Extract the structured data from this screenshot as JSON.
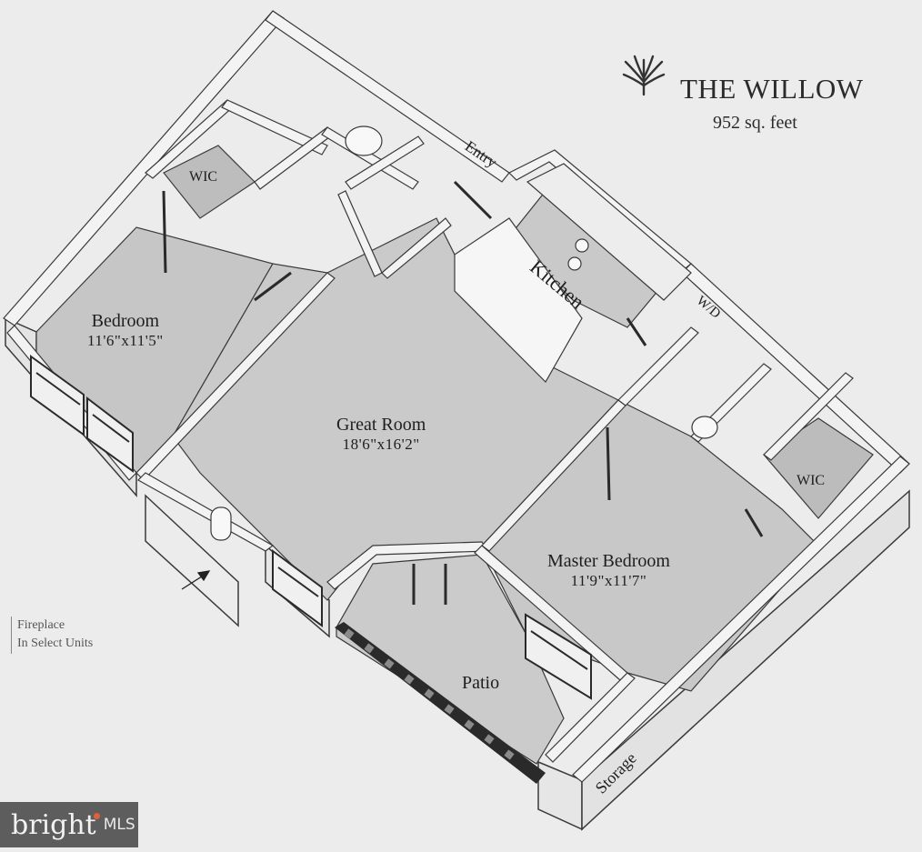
{
  "header": {
    "title": "THE WILLOW",
    "area": "952 sq. feet",
    "logo_icon": "willow-leaf-icon"
  },
  "rooms": {
    "bedroom": {
      "name": "Bedroom",
      "dims": "11'6\"x11'5\""
    },
    "great_room": {
      "name": "Great Room",
      "dims": "18'6\"x16'2\""
    },
    "master_bedroom": {
      "name": "Master Bedroom",
      "dims": "11'9\"x11'7\""
    },
    "kitchen": {
      "name": "Kitchen"
    },
    "patio": {
      "name": "Patio"
    },
    "storage": {
      "name": "Storage"
    },
    "entry": {
      "name": "Entry"
    },
    "wd": {
      "name": "W/D"
    },
    "wic_left": {
      "name": "WIC"
    },
    "wic_right": {
      "name": "WIC"
    }
  },
  "note": {
    "line1": "Fireplace",
    "line2": "In Select Units"
  },
  "watermark": {
    "brand": "bright",
    "suffix": "MLS"
  },
  "colors": {
    "background": "#ececec",
    "floor": "#c9c9c9",
    "wall_top": "#f4f4f4",
    "wall_side": "#dcdcdc",
    "line": "#3a3a3a",
    "badge": "#5d5d5d",
    "badge_accent": "#e0603a"
  }
}
